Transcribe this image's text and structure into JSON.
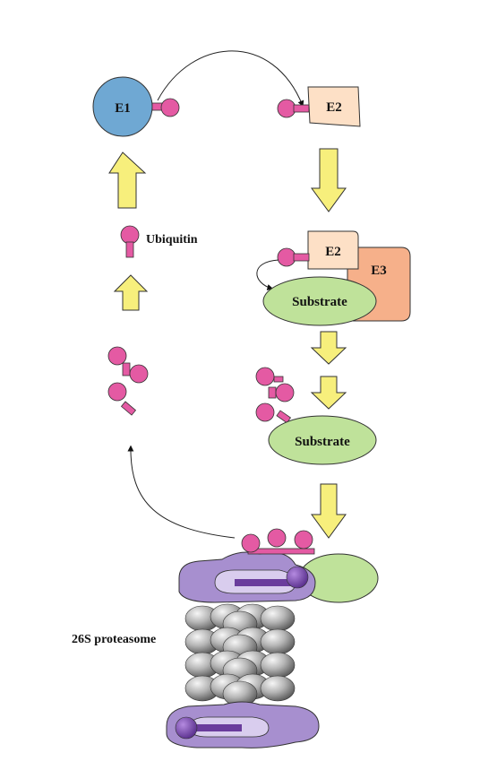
{
  "labels": {
    "e1": "E1",
    "e2_top": "E2",
    "e2_complex": "E2",
    "e3": "E3",
    "substrate_1": "Substrate",
    "substrate_2": "Substrate",
    "ubiquitin": "Ubiquitin",
    "proteasome": "26S proteasome"
  },
  "colors": {
    "ubiquitin": "#e45aa3",
    "e1": "#6fa8d3",
    "e2": "#fde0c6",
    "e3": "#f6b08a",
    "substrate": "#bfe29a",
    "arrow": "#f7ef7c",
    "proteasome_cap": "#a78fcf",
    "proteasome_cap_inner": "#d9cdee",
    "proteasome_rod": "#6a3c9c",
    "proteasome_core": "#8f8f8f"
  }
}
